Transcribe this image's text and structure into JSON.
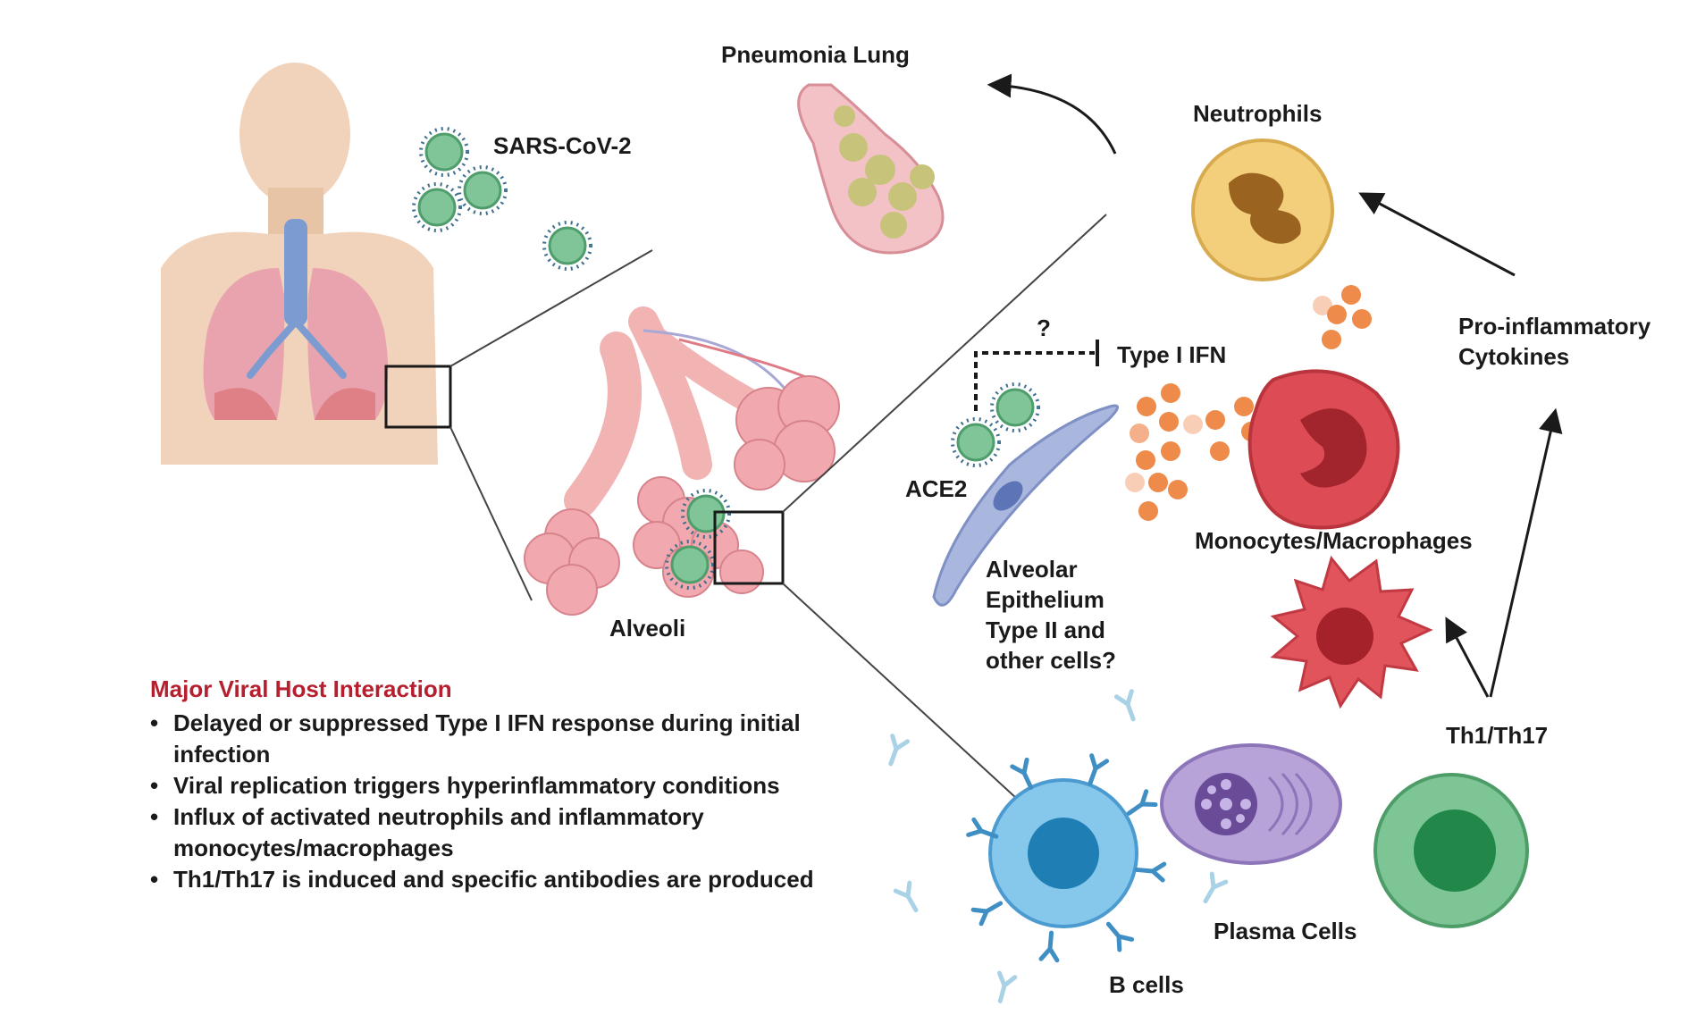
{
  "labels": {
    "pneumonia_lung": "Pneumonia Lung",
    "sars_cov_2": "SARS-CoV-2",
    "neutrophils": "Neutrophils",
    "question_mark": "?",
    "type_i_ifn": "Type I IFN",
    "pro_inflammatory": "Pro-inflammatory Cytokines",
    "ace2": "ACE2",
    "monocytes_macrophages": "Monocytes/Macrophages",
    "alveolar_epithelium": "Alveolar Epithelium Type II and other cells?",
    "alveoli": "Alveoli",
    "th1_th17": "Th1/Th17",
    "plasma_cells": "Plasma Cells",
    "b_cells": "B cells"
  },
  "summary": {
    "title": "Major Viral Host Interaction",
    "title_color": "#b51f2e",
    "points": [
      "Delayed or suppressed Type I IFN response during initial infection",
      "Viral replication triggers hyperinflammatory conditions",
      "Influx of activated neutrophils and inflammatory monocytes/macrophages",
      "Th1/Th17 is induced and specific antibodies are produced"
    ]
  },
  "colors": {
    "skin": "#f1d3bb",
    "lung": "#e9a3ae",
    "trachea": "#7c9cd1",
    "virus": "#7fc597",
    "neutrophil": "#f3cf7c",
    "macrophage": "#dd4c55",
    "cytokine": "#ee8a4a",
    "epithelium": "#a9b7de",
    "b_cell": "#86c8ec",
    "plasma_cell": "#b7a3d8",
    "th_cell": "#7dc595",
    "antibody": "#3f8ec4"
  }
}
